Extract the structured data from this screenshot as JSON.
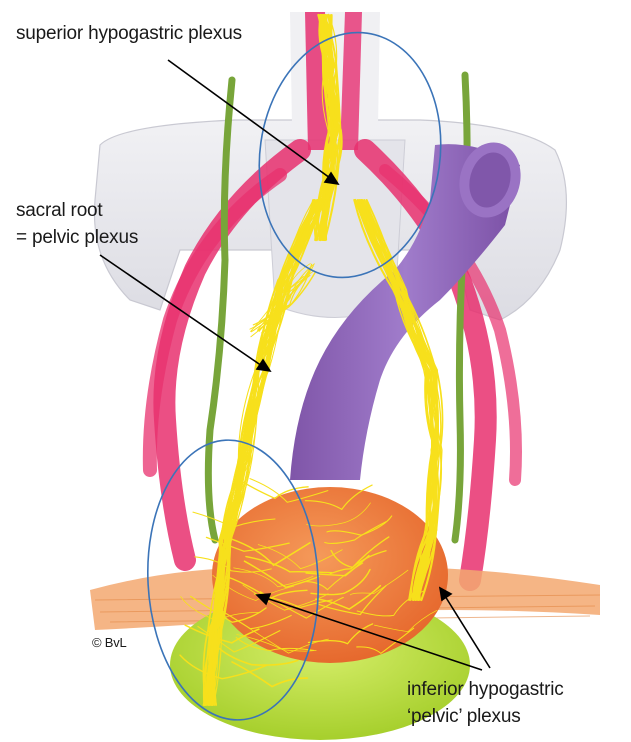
{
  "labels": {
    "superior": "superior hypogastric plexus",
    "sacral_line1": "sacral root",
    "sacral_line2": "= pelvic plexus",
    "inferior_line1": "inferior hypogastric",
    "inferior_line2": "‘pelvic’ plexus",
    "copyright": "© BvL"
  },
  "colors": {
    "nerve": "#f7e01c",
    "artery": "#e8306e",
    "vein_green": "#78a53a",
    "colon": "#8f62b8",
    "bladder_orange": "#ee7a3c",
    "muscle_orange": "#f3a870",
    "lime": "#b6dc3a",
    "bone": "#e9e9ee",
    "circle": "#3b74b8",
    "arrow": "#000000"
  }
}
